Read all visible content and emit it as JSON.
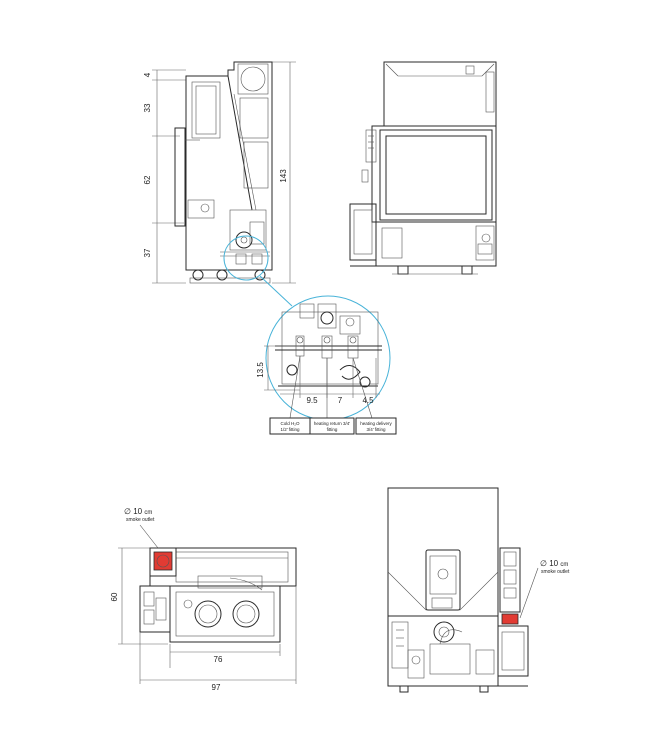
{
  "colors": {
    "line": "#2a2a2a",
    "detail_circle": "#48b3d8",
    "smoke_outlet": "#e23b33"
  },
  "side_view": {
    "dims": [
      "4",
      "33",
      "62",
      "37",
      "143"
    ]
  },
  "detail": {
    "dims": [
      "13.5",
      "9.5",
      "7",
      "4.5"
    ],
    "callouts": [
      {
        "line1": "Cold H₂O",
        "line2": "1/2' fitting"
      },
      {
        "line1": "heating return 3/4'",
        "line2": "fitting"
      },
      {
        "line1": "heating delivery",
        "line2": "3/4' fitting"
      }
    ]
  },
  "top_view": {
    "outlet_symbol": "∅ 10",
    "outlet_unit": "cm",
    "outlet_label": "smoke outlet",
    "dims": [
      "60",
      "76",
      "97"
    ]
  },
  "rear_view": {
    "outlet_symbol": "∅ 10",
    "outlet_unit": "cm",
    "outlet_label": "smoke outlet"
  }
}
